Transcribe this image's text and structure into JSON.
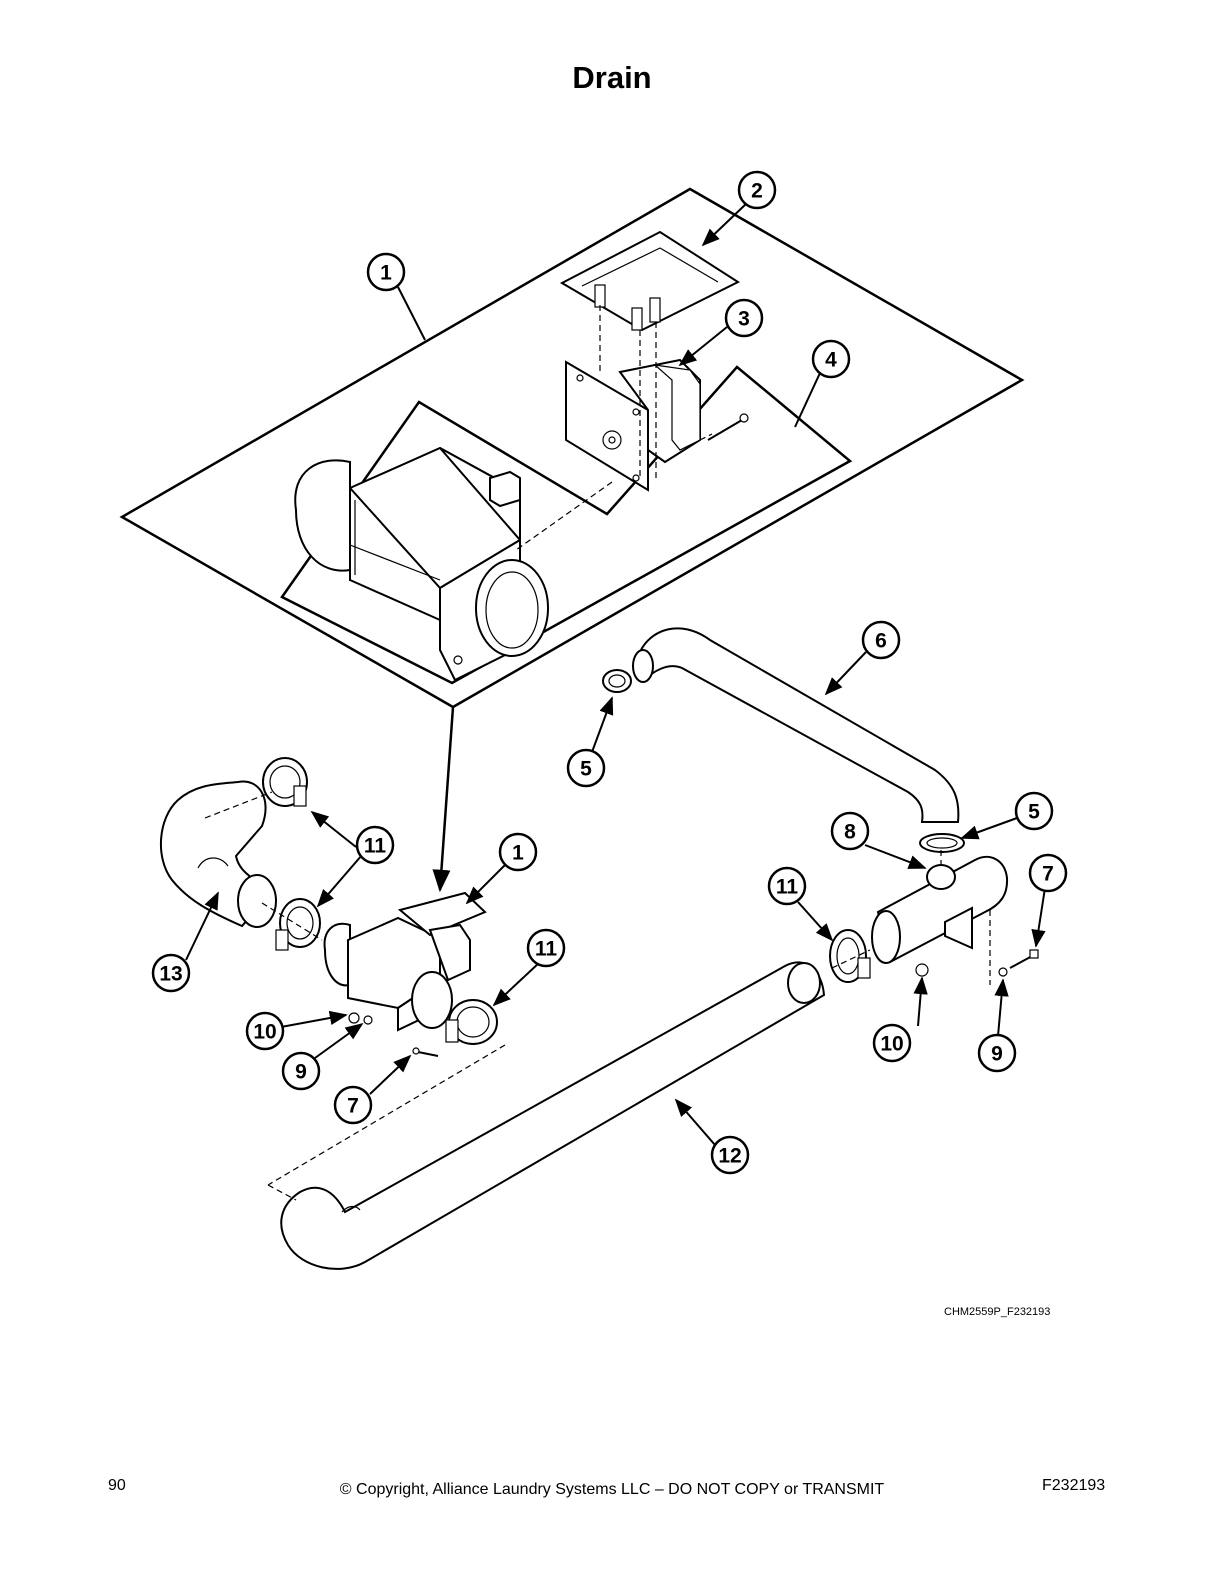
{
  "title": "Drain",
  "drawing_code": "CHM2559P_F232193",
  "footer": {
    "page_number": "90",
    "copyright": "© Copyright, Alliance Laundry Systems LLC – DO NOT COPY or TRANSMIT",
    "code": "F232193"
  },
  "callouts": [
    "1",
    "2",
    "3",
    "4",
    "6",
    "5",
    "5",
    "8",
    "7",
    "11",
    "13",
    "1",
    "11",
    "10",
    "9",
    "7",
    "11",
    "10",
    "9",
    "12"
  ]
}
